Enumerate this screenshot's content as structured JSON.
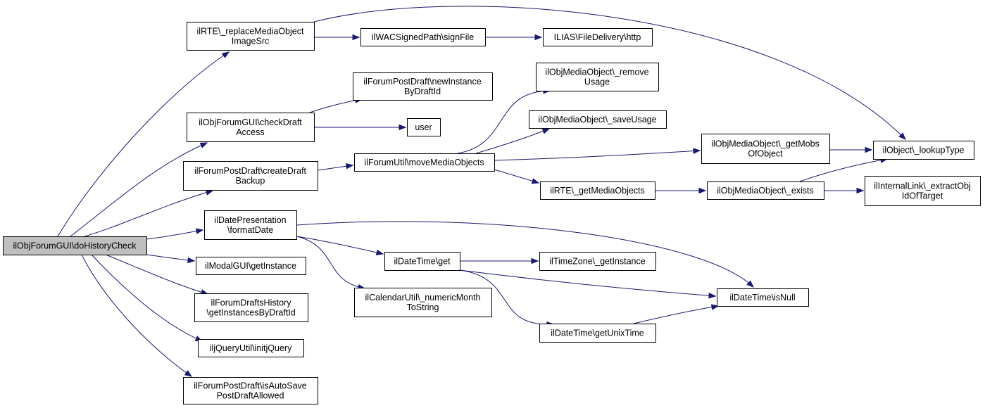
{
  "nodes": {
    "root": [
      "ilObjForumGUI\\doHistoryCheck"
    ],
    "replaceMedia": [
      "ilRTE\\_replaceMediaObject",
      "ImageSrc"
    ],
    "signFile": [
      "ilWACSignedPath\\signFile"
    ],
    "http": [
      "ILIAS\\FileDelivery\\http"
    ],
    "newInstance": [
      "ilForumPostDraft\\newInstance",
      "ByDraftId"
    ],
    "checkDraft": [
      "ilObjForumGUI\\checkDraft",
      "Access"
    ],
    "user": [
      "user"
    ],
    "createDraft": [
      "ilForumPostDraft\\createDraft",
      "Backup"
    ],
    "moveMedia": [
      "ilForumUtil\\moveMediaObjects"
    ],
    "removeUsage": [
      "ilObjMediaObject\\_remove",
      "Usage"
    ],
    "saveUsage": [
      "ilObjMediaObject\\_saveUsage"
    ],
    "getMobs": [
      "ilObjMediaObject\\_getMobs",
      "OfObject"
    ],
    "lookupType": [
      "ilObject\\_lookupType"
    ],
    "getMediaObjects": [
      "ilRTE\\_getMediaObjects"
    ],
    "exists": [
      "ilObjMediaObject\\_exists"
    ],
    "extractObj": [
      "ilInternalLink\\_extractObj",
      "IdOfTarget"
    ],
    "formatDate": [
      "ilDatePresentation",
      "\\formatDate"
    ],
    "modalGUI": [
      "ilModalGUI\\getInstance"
    ],
    "dtGet": [
      "ilDateTime\\get"
    ],
    "tzGet": [
      "ilTimeZone\\_getInstance"
    ],
    "isNull": [
      "ilDateTime\\isNull"
    ],
    "numericMonth": [
      "ilCalendarUtil\\_numericMonth",
      "ToString"
    ],
    "draftsHistory": [
      "ilForumDraftsHistory",
      "\\getInstancesByDraftId"
    ],
    "getUnixTime": [
      "ilDateTime\\getUnixTime"
    ],
    "initjQuery": [
      "iljQueryUtil\\initjQuery"
    ],
    "autoSave": [
      "ilForumPostDraft\\isAutoSave",
      "PostDraftAllowed"
    ]
  },
  "edges": [
    [
      "root",
      "replaceMedia"
    ],
    [
      "root",
      "checkDraft"
    ],
    [
      "root",
      "createDraft"
    ],
    [
      "root",
      "formatDate"
    ],
    [
      "root",
      "modalGUI"
    ],
    [
      "root",
      "draftsHistory"
    ],
    [
      "root",
      "initjQuery"
    ],
    [
      "root",
      "autoSave"
    ],
    [
      "replaceMedia",
      "signFile"
    ],
    [
      "replaceMedia",
      "lookupType"
    ],
    [
      "signFile",
      "http"
    ],
    [
      "checkDraft",
      "newInstance"
    ],
    [
      "checkDraft",
      "user"
    ],
    [
      "createDraft",
      "moveMedia"
    ],
    [
      "moveMedia",
      "removeUsage"
    ],
    [
      "moveMedia",
      "saveUsage"
    ],
    [
      "moveMedia",
      "getMobs"
    ],
    [
      "moveMedia",
      "getMediaObjects"
    ],
    [
      "getMobs",
      "lookupType"
    ],
    [
      "getMediaObjects",
      "exists"
    ],
    [
      "exists",
      "lookupType"
    ],
    [
      "exists",
      "extractObj"
    ],
    [
      "formatDate",
      "dtGet"
    ],
    [
      "formatDate",
      "numericMonth"
    ],
    [
      "formatDate",
      "isNull"
    ],
    [
      "dtGet",
      "tzGet"
    ],
    [
      "dtGet",
      "isNull"
    ],
    [
      "dtGet",
      "getUnixTime"
    ],
    [
      "getUnixTime",
      "isNull"
    ]
  ],
  "colors": {
    "edge": "#191970",
    "root_fill": "#bfbfbf",
    "node_fill": "#ffffff",
    "node_border": "#000000"
  }
}
